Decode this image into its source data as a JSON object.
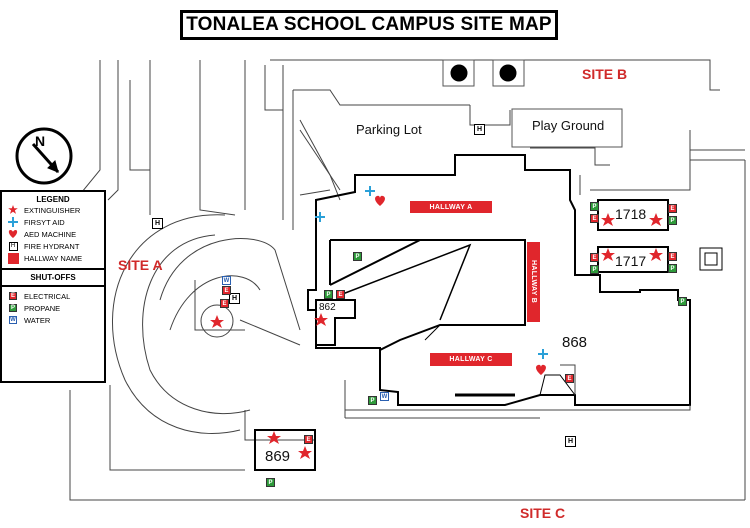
{
  "title": "TONALEA SCHOOL CAMPUS SITE MAP",
  "sites": {
    "a": "SITE A",
    "b": "SITE B",
    "c": "SITE C"
  },
  "labels": {
    "parking": "Parking Lot",
    "playground": "Play Ground"
  },
  "hallways": {
    "a": "HALLWAY A",
    "b": "HALLWAY B",
    "c": "HALLWAY C"
  },
  "rooms": {
    "r862": "862",
    "r868": "868",
    "r869": "869",
    "r1717": "1717",
    "r1718": "1718"
  },
  "legend": {
    "title": "LEGEND",
    "items": [
      {
        "icon": "star-icon",
        "label": "EXTINGUISHER"
      },
      {
        "icon": "cross-icon",
        "label": "FIRSYT AID"
      },
      {
        "icon": "heart-icon",
        "label": "AED MACHINE"
      },
      {
        "icon": "hydrant-icon",
        "label": "FIRE HYDRANT"
      },
      {
        "icon": "hallway-swatch-icon",
        "label": "HALLWAY NAME"
      }
    ],
    "shutoffs_title": "SHUT-OFFS",
    "shutoffs": [
      {
        "code": "E",
        "label": "ELECTRICAL"
      },
      {
        "code": "P",
        "label": "PROPANE"
      },
      {
        "code": "W",
        "label": "WATER"
      }
    ]
  },
  "markers": {
    "e": "E",
    "p": "P",
    "w": "W",
    "h": "H"
  },
  "colors": {
    "red": "#e0262c",
    "green": "#2e9a3a",
    "blue": "#2aa0d8",
    "water": "#2a5fb0"
  }
}
